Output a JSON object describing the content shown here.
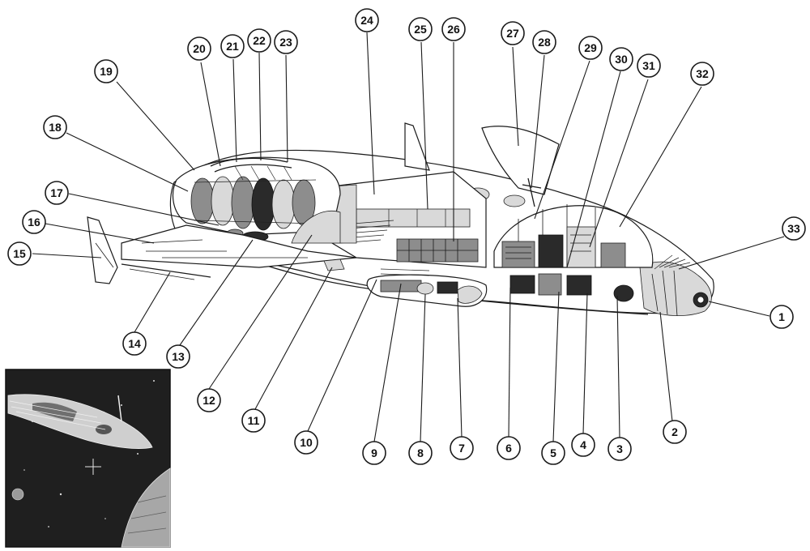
{
  "diagram": {
    "callouts": [
      {
        "label": "1"
      },
      {
        "label": "2"
      },
      {
        "label": "3"
      },
      {
        "label": "4"
      },
      {
        "label": "5"
      },
      {
        "label": "6"
      },
      {
        "label": "7"
      },
      {
        "label": "8"
      },
      {
        "label": "9"
      },
      {
        "label": "10"
      },
      {
        "label": "11"
      },
      {
        "label": "12"
      },
      {
        "label": "13"
      },
      {
        "label": "14"
      },
      {
        "label": "15"
      },
      {
        "label": "16"
      },
      {
        "label": "17"
      },
      {
        "label": "18"
      },
      {
        "label": "19"
      },
      {
        "label": "20"
      },
      {
        "label": "21"
      },
      {
        "label": "22"
      },
      {
        "label": "23"
      },
      {
        "label": "24"
      },
      {
        "label": "25"
      },
      {
        "label": "26"
      },
      {
        "label": "27"
      },
      {
        "label": "28"
      },
      {
        "label": "29"
      },
      {
        "label": "30"
      },
      {
        "label": "31"
      },
      {
        "label": "32"
      },
      {
        "label": "33"
      }
    ]
  },
  "inset": {
    "description_icon": "spaceship-in-space-inset"
  },
  "colors": {
    "ink": "#1a1a1a",
    "paper": "#ffffff",
    "space": "#1c1c1c"
  }
}
